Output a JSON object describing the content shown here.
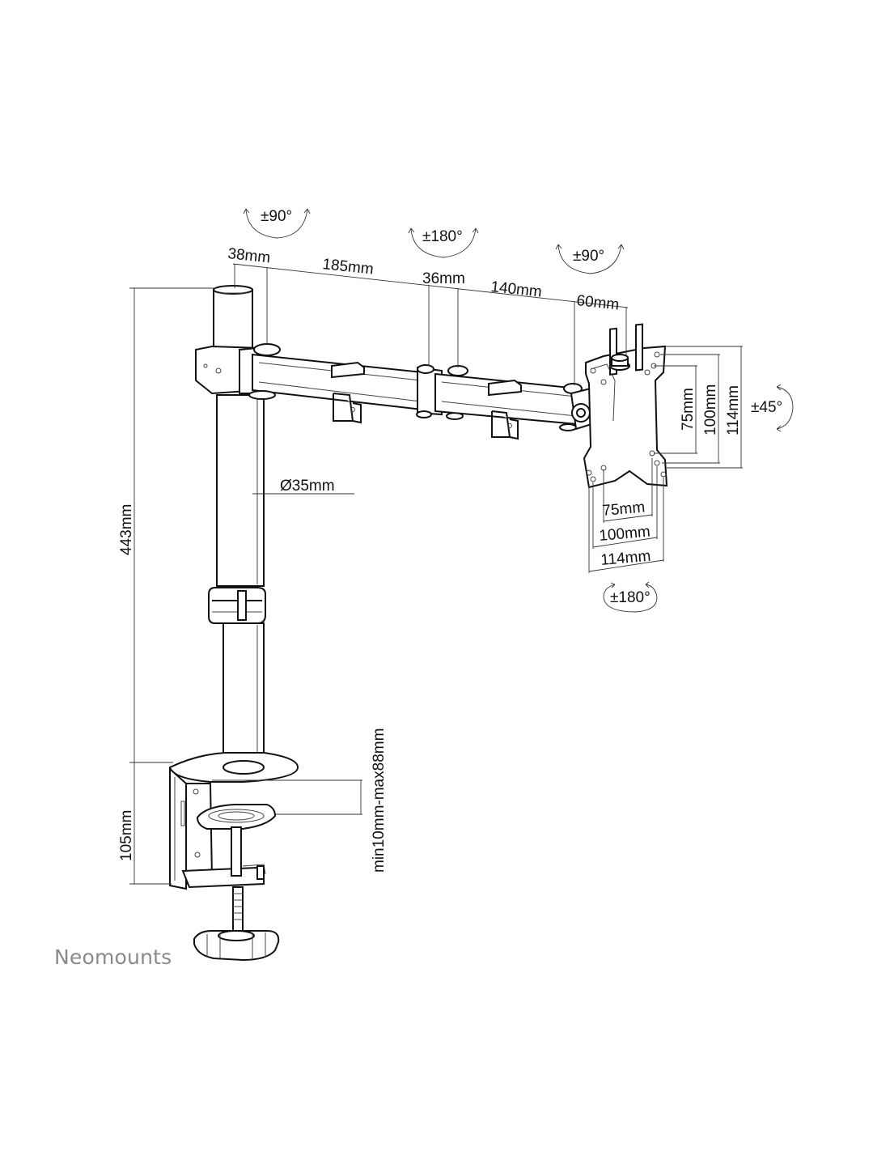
{
  "brand": "Neomounts",
  "rotation": {
    "pole_swivel": "±90°",
    "middle_joint": "±180°",
    "head_swivel": "±90°",
    "tilt": "±45°",
    "rotate": "±180°"
  },
  "dimensions": {
    "arm": [
      "38mm",
      "185mm",
      "36mm",
      "140mm",
      "60mm"
    ],
    "pole_diameter": "Ø35mm",
    "height": "443mm",
    "clamp_height": "105mm",
    "desk_thickness": "min10mm-max88mm",
    "vesa_vertical": [
      "75mm",
      "100mm",
      "114mm"
    ],
    "vesa_horizontal": [
      "75mm",
      "100mm",
      "114mm"
    ]
  }
}
